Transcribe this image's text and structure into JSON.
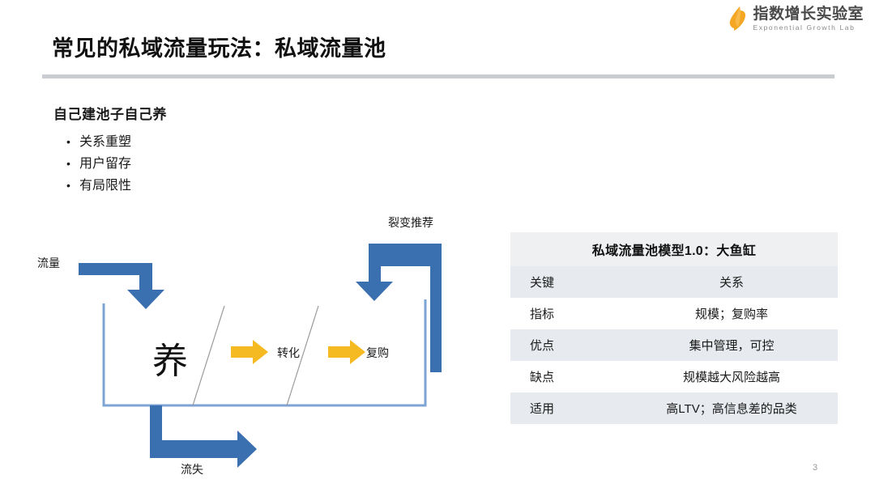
{
  "brand": {
    "logo_icon": "orange-arrow-icon",
    "name_cn": "指数增长实验室",
    "name_en": "Exponential Growth Lab",
    "accent_color": "#f5a623"
  },
  "header": {
    "title": "常见的私域流量玩法：私域流量池",
    "rule_color": "#c9ccd1"
  },
  "content": {
    "lead_heading": "自己建池子自己养",
    "bullet_marker": "•",
    "bullets": [
      {
        "label": "关系重塑"
      },
      {
        "label": "用户留存"
      },
      {
        "label": "有局限性"
      }
    ]
  },
  "diagram": {
    "pool_label": "养",
    "inflow_label": "流量",
    "outflow_label": "流失",
    "loop_label": "裂变推荐",
    "step_labels": [
      {
        "label": "转化"
      },
      {
        "label": "复购"
      }
    ],
    "arrow_color": "#3a6fb0",
    "pool_line_color": "#7ea4d4",
    "step_arrow_color": "#f5b921",
    "water_line_color": "#9a9a9a"
  },
  "table": {
    "caption": "私域流量池模型1.0：大鱼缸",
    "rows": [
      {
        "key": "关键",
        "value": "关系"
      },
      {
        "key": "指标",
        "value": "规模；复购率"
      },
      {
        "key": "优点",
        "value": "集中管理，可控"
      },
      {
        "key": "缺点",
        "value": "规模越大风险越高"
      },
      {
        "key": "适用",
        "value": "高LTV；高信息差的品类"
      }
    ],
    "band_color": "#e7ebef",
    "caption_color": "#eef0f2"
  },
  "footer": {
    "page_number": "3"
  }
}
